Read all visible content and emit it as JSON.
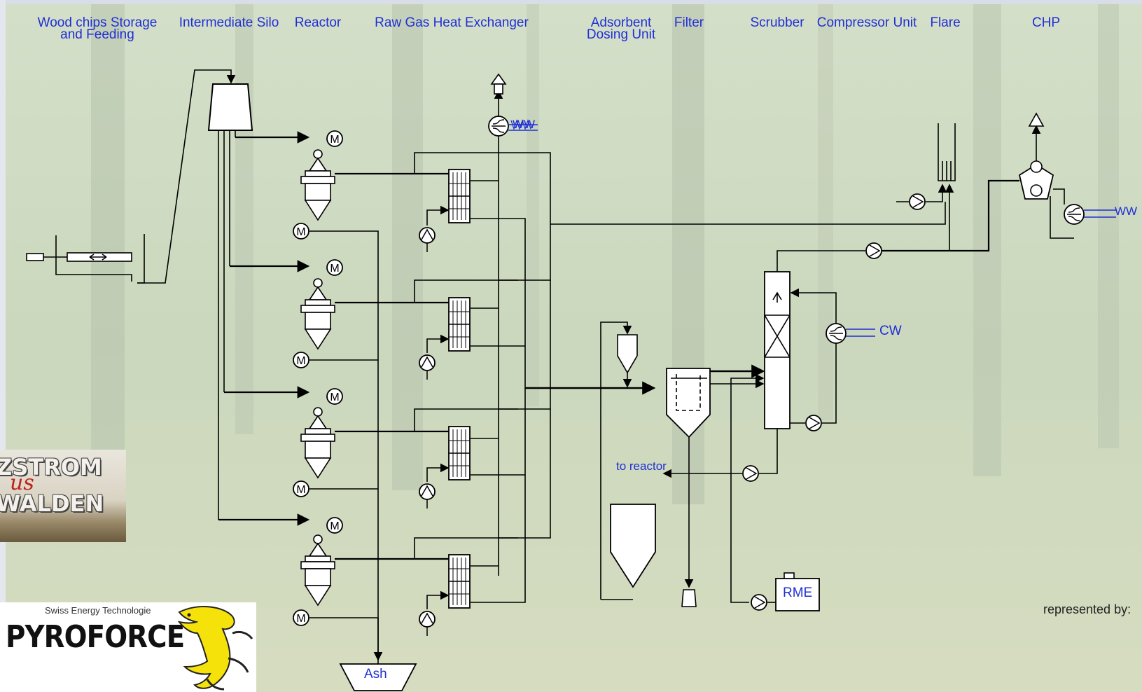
{
  "sections": [
    {
      "label": "Wood chips Storage\nand Feeding"
    },
    {
      "label": "Intermediate Silo"
    },
    {
      "label": "Reactor"
    },
    {
      "label": "Raw Gas Heat Exchanger"
    },
    {
      "label": "Adsorbent\nDosing Unit"
    },
    {
      "label": "Filter"
    },
    {
      "label": "Scrubber"
    },
    {
      "label": "Compressor Unit"
    },
    {
      "label": "Flare"
    },
    {
      "label": "CHP"
    }
  ],
  "labels": {
    "ww_top": "WW",
    "ww_chp": "WW",
    "cw": "CW",
    "to_reactor": "to reactor",
    "rme": "RME",
    "ash": "Ash",
    "motor": "M"
  },
  "footer": {
    "represented_by": "represented by:"
  },
  "logos": {
    "holz_line1": "ZSTROM",
    "holz_line2": "us",
    "holz_line3": "WALDEN",
    "pyro_sub": "Swiss Energy Technologie",
    "pyro_main": "PYROFORCE"
  },
  "colors": {
    "label_blue": "#1f2fd6",
    "line": "#000000",
    "salamander": "#f5e20a"
  }
}
